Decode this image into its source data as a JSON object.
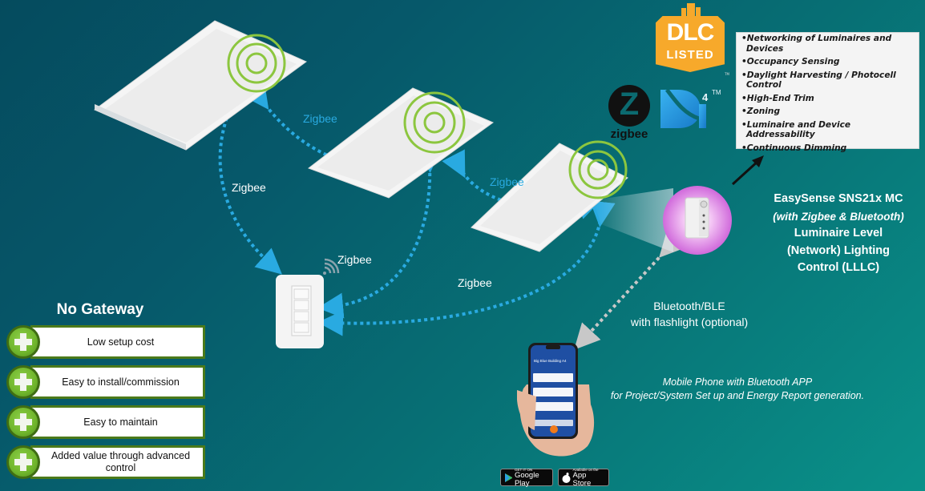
{
  "diagram": {
    "title_logos": {
      "dlc": {
        "line1": "DLC",
        "line2": "LISTED",
        "tm": "TM",
        "color": "#f7a92b"
      },
      "zigbee": {
        "glyph": "Z",
        "word": "zigbee"
      },
      "d4i": {
        "label": "D4i",
        "superscript": "4",
        "tm": "TM",
        "color": "#1e90d6"
      }
    },
    "features": [
      "•Networking of Luminaires and Devices",
      "•Occupancy Sensing",
      "•Daylight Harvesting / Photocell Control",
      "•High-End Trim",
      "•Zoning",
      "•Luminaire and Device Addressability",
      "•Continuous Dimming"
    ],
    "sensor": {
      "name": "EasySense SNS21x MC",
      "subtitle": "(with Zigbee & Bluetooth)",
      "line3": "Luminaire Level",
      "line4": "(Network) Lighting",
      "line5": "Control (LLLC)"
    },
    "links": {
      "zigbee_label": "Zigbee",
      "ble_line1": "Bluetooth/BLE",
      "ble_line2": "with flashlight (optional)"
    },
    "no_gateway": {
      "title": "No Gateway",
      "benefits": [
        "Low setup cost",
        "Easy to install/commission",
        "Easy to maintain",
        "Added value through advanced control"
      ],
      "accent": "#6fb52c"
    },
    "phone": {
      "line1": "Mobile Phone with Bluetooth APP",
      "line2": "for Project/System Set up and Energy Report generation.",
      "app_title": "Big Blue Building A4"
    },
    "stores": {
      "google_small": "GET IT ON",
      "google_big": "Google Play",
      "apple_small": "Available on the",
      "apple_big": "App Store"
    },
    "colors": {
      "zigbee_link": "#29aae1",
      "ble_link": "#c8c8c8",
      "signal_rings": "#8cc63f",
      "sensor_glow": "#e07be6"
    }
  }
}
